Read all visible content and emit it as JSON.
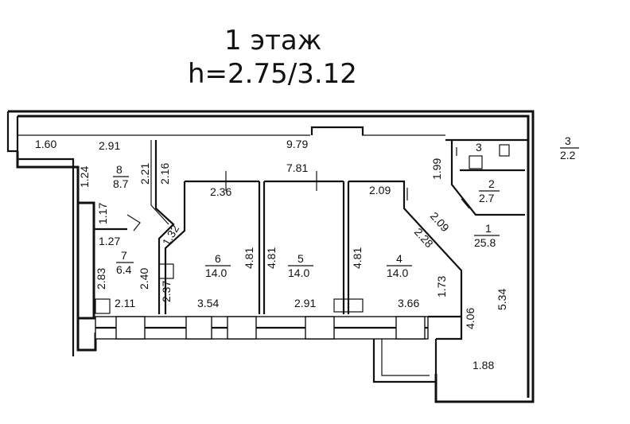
{
  "title": {
    "line1": "1 этаж",
    "line2": "h=2.75/3.12"
  },
  "dimensions": [
    {
      "text": "1.60"
    },
    {
      "text": "2.91"
    },
    {
      "text": "9.79"
    },
    {
      "text": "1.99"
    },
    {
      "text": "1.24"
    },
    {
      "text": "2.21"
    },
    {
      "text": "2.16"
    },
    {
      "text": "7.81"
    },
    {
      "text": "2.36"
    },
    {
      "text": "2.09"
    },
    {
      "text": "1.17"
    },
    {
      "text": "2.09"
    },
    {
      "text": "1.27"
    },
    {
      "text": "1.32"
    },
    {
      "text": "2.28"
    },
    {
      "text": "4.81"
    },
    {
      "text": "4.81"
    },
    {
      "text": "4.81"
    },
    {
      "text": "2.83"
    },
    {
      "text": "2.40"
    },
    {
      "text": "2.37"
    },
    {
      "text": "1.73"
    },
    {
      "text": "5.34"
    },
    {
      "text": "2.11"
    },
    {
      "text": "3.54"
    },
    {
      "text": "2.91"
    },
    {
      "text": "3.66"
    },
    {
      "text": "4.06"
    },
    {
      "text": "1.88"
    }
  ],
  "rooms": [
    {
      "number": "8",
      "area": "8.7"
    },
    {
      "number": "7",
      "area": "6.4"
    },
    {
      "number": "6",
      "area": "14.0"
    },
    {
      "number": "5",
      "area": "14.0"
    },
    {
      "number": "4",
      "area": "14.0"
    },
    {
      "number": "1",
      "area": "25.8"
    },
    {
      "number": "2",
      "area": "2.7"
    },
    {
      "number": "3",
      "area": ""
    },
    {
      "number": "3",
      "area": "2.2"
    }
  ]
}
